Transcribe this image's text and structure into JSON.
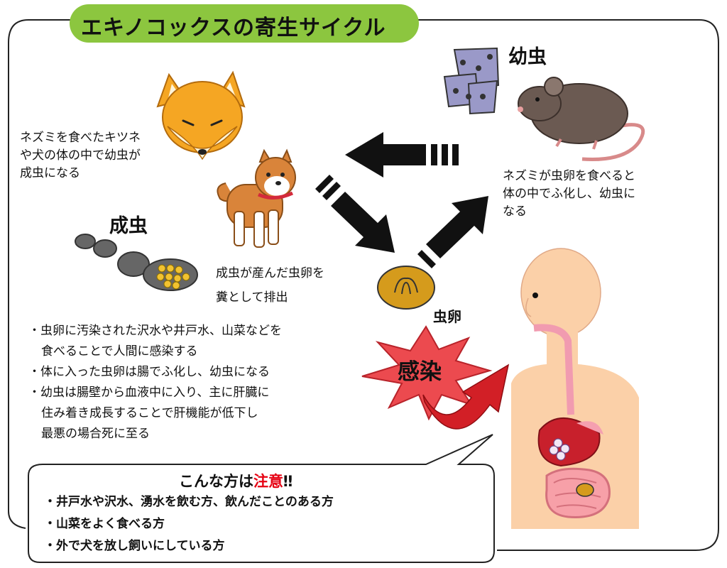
{
  "title": "エキノコックスの寄生サイクル",
  "labels": {
    "larva": "幼虫",
    "adult": "成虫",
    "egg": "虫卵",
    "infection": "感染"
  },
  "captions": {
    "fox_dog": [
      "ネズミを食べたキツネ",
      "や犬の体の中で幼虫が",
      "成虫になる"
    ],
    "mouse": [
      "ネズミが虫卵を食べると",
      "体の中でふ化し、幼虫に",
      "なる"
    ],
    "excrete": [
      "成虫が産んだ虫卵を",
      "糞として排出"
    ]
  },
  "bullets": [
    "・虫卵に汚染された沢水や井戸水、山菜などを",
    "食べることで人間に感染する",
    "・体に入った虫卵は腸でふ化し、幼虫になる",
    "・幼虫は腸壁から血液中に入り、主に肝臓に",
    "住み着き成長することで肝機能が低下し",
    "最悪の場合死に至る"
  ],
  "warning": {
    "title_prefix": "こんな方は",
    "title_emphasis": "注意",
    "title_suffix": "‼",
    "items": [
      "・井戸水や沢水、湧水を飲む方、飲んだことのある方",
      "・山菜をよく食べる方",
      "・外で犬を放し飼いにしている方"
    ]
  },
  "colors": {
    "title_bg": "#8cc63f",
    "emphasis": "#e60012",
    "fox": "#f5a623",
    "dog": "#d9843a",
    "mouse": "#6b5a52",
    "human_skin": "#fbd0a8",
    "arrow": "#111111",
    "burst": "#ec4a4f",
    "liver": "#c8202c",
    "egg": "#d59b1c"
  }
}
